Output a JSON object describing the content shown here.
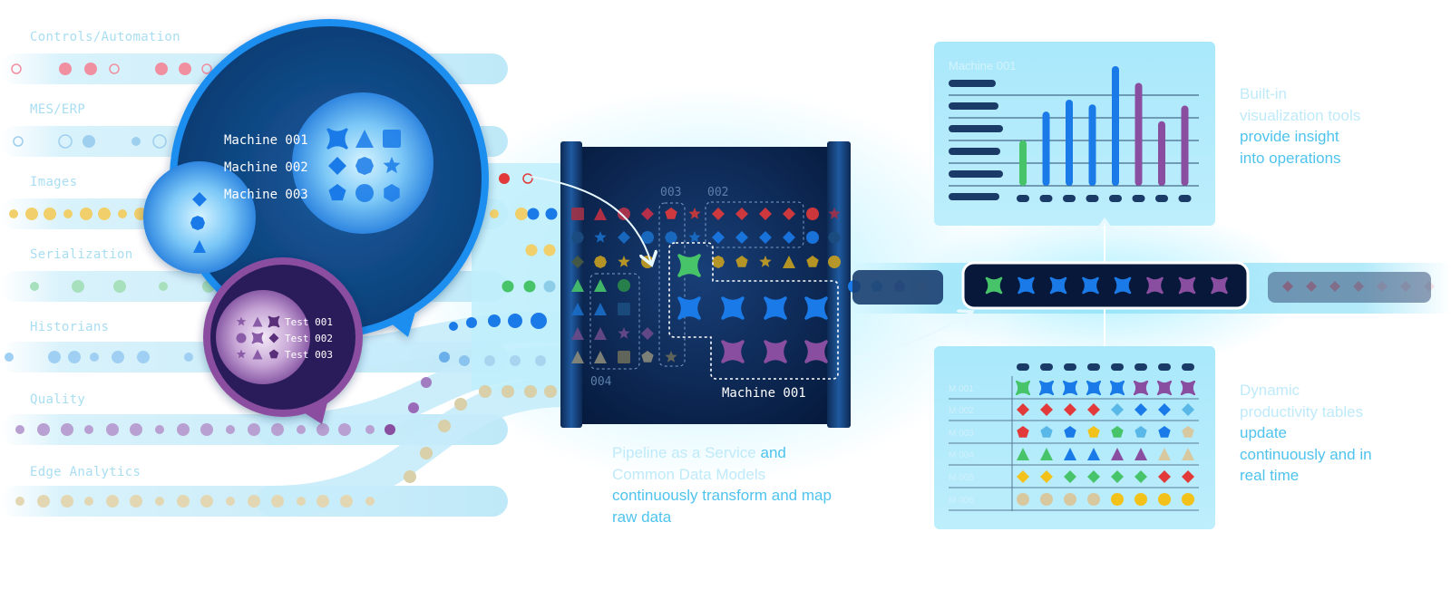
{
  "sources": [
    {
      "id": "controls",
      "label": "Controls/Automation"
    },
    {
      "id": "mes",
      "label": "MES/ERP"
    },
    {
      "id": "images",
      "label": "Images"
    },
    {
      "id": "serialization",
      "label": "Serialization"
    },
    {
      "id": "historians",
      "label": "Historians"
    },
    {
      "id": "quality",
      "label": "Quality"
    },
    {
      "id": "edge",
      "label": "Edge Analytics"
    }
  ],
  "big_bubble": {
    "machines": [
      "Machine 001",
      "Machine 002",
      "Machine 003"
    ]
  },
  "test_bubble": {
    "tests": [
      "Test 001",
      "Test 002",
      "Test 003"
    ]
  },
  "pipeline": {
    "group_labels": {
      "g003": "003",
      "g002": "002",
      "g004": "004"
    },
    "machine_label": "Machine 001"
  },
  "captions": {
    "pipeline": {
      "h1": "Pipeline as a Service",
      "t1": " and ",
      "h2": "Common Data Models",
      "t2": " continuously transform and map raw data"
    },
    "viz": {
      "h1": "Built-in visualization tools",
      "t1": " provide insight into operations"
    },
    "tables": {
      "h1": "Dynamic productivity tables",
      "t1": " update continuously and in real time"
    }
  },
  "bar_chart": {
    "title": "Machine 001",
    "values": [
      0.38,
      0.62,
      0.72,
      0.68,
      1.0,
      0.86,
      0.54,
      0.67
    ],
    "series_colors": [
      "#47c46a",
      "#1a7ae8",
      "#1a7ae8",
      "#1a7ae8",
      "#1a7ae8",
      "#8a4ea0",
      "#8a4ea0",
      "#8a4ea0"
    ]
  },
  "table_row_labels": [
    "M 001",
    "M 002",
    "M 003",
    "M 004",
    "M 005",
    "M 006"
  ],
  "colors": {
    "navy": "#0d2a55",
    "blue": "#1a7ae8",
    "green": "#47c46a",
    "purple": "#8a4ea0",
    "red": "#e23a3a",
    "yellow": "#f2c21a",
    "tan": "#d8c8a0",
    "cyan": "#5bd3f5"
  }
}
